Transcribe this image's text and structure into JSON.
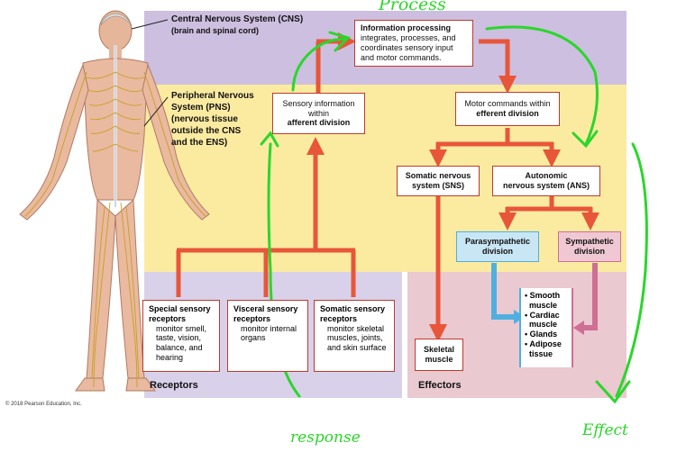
{
  "colors": {
    "cns_bg": "#cdbfe0",
    "pns_bg": "#fbeba1",
    "receptors_bg": "#d9d1ea",
    "effectors_bg": "#eac9d0",
    "arrow_red": "#e8563a",
    "arrow_blue": "#4fb0e0",
    "arrow_pink": "#cf6f95",
    "annotation_green": "#2bd62b"
  },
  "annotations": {
    "process": "Process",
    "response": "response",
    "effect": "Effect"
  },
  "body_labels": {
    "cns_title": "Central Nervous System (CNS)",
    "cns_sub": "(brain and spinal cord)",
    "pns_line1": "Peripheral Nervous",
    "pns_line2": "System (PNS)",
    "pns_line3": "(nervous tissue",
    "pns_line4": "outside the CNS",
    "pns_line5": "and the ENS)"
  },
  "boxes": {
    "info_processing": {
      "title": "Information processing",
      "line1": "integrates, processes, and",
      "line2": "coordinates sensory input",
      "line3": "and motor commands."
    },
    "sensory_info": {
      "line1": "Sensory information",
      "line2": "within",
      "line3": "afferent division"
    },
    "motor_commands": {
      "line1": "Motor commands within",
      "line2": "efferent division"
    },
    "somatic_ns": {
      "line1": "Somatic nervous",
      "line2": "system (SNS)"
    },
    "autonomic_ns": {
      "line1": "Autonomic",
      "line2": "nervous system (ANS)"
    },
    "parasympathetic": {
      "line1": "Parasympathetic",
      "line2": "division"
    },
    "sympathetic": {
      "line1": "Sympathetic",
      "line2": "division"
    },
    "skeletal_muscle": {
      "line1": "Skeletal",
      "line2": "muscle"
    }
  },
  "receptors": [
    {
      "title1": "Special sensory",
      "title2": "receptors",
      "desc": [
        "monitor smell,",
        "taste, vision,",
        "balance, and",
        "hearing"
      ]
    },
    {
      "title1": "Visceral sensory",
      "title2": "receptors",
      "desc": [
        "monitor internal",
        "organs"
      ]
    },
    {
      "title1": "Somatic sensory",
      "title2": "receptors",
      "desc": [
        "monitor skeletal",
        "muscles, joints,",
        "and skin surface"
      ]
    }
  ],
  "effector_list": [
    {
      "a": "Smooth",
      "b": "muscle"
    },
    {
      "a": "Cardiac",
      "b": "muscle"
    },
    {
      "a": "Glands",
      "b": ""
    },
    {
      "a": "Adipose",
      "b": "tissue"
    }
  ],
  "section_labels": {
    "receptors": "Receptors",
    "effectors": "Effectors"
  },
  "copyright": "© 2018 Pearson Education, Inc."
}
